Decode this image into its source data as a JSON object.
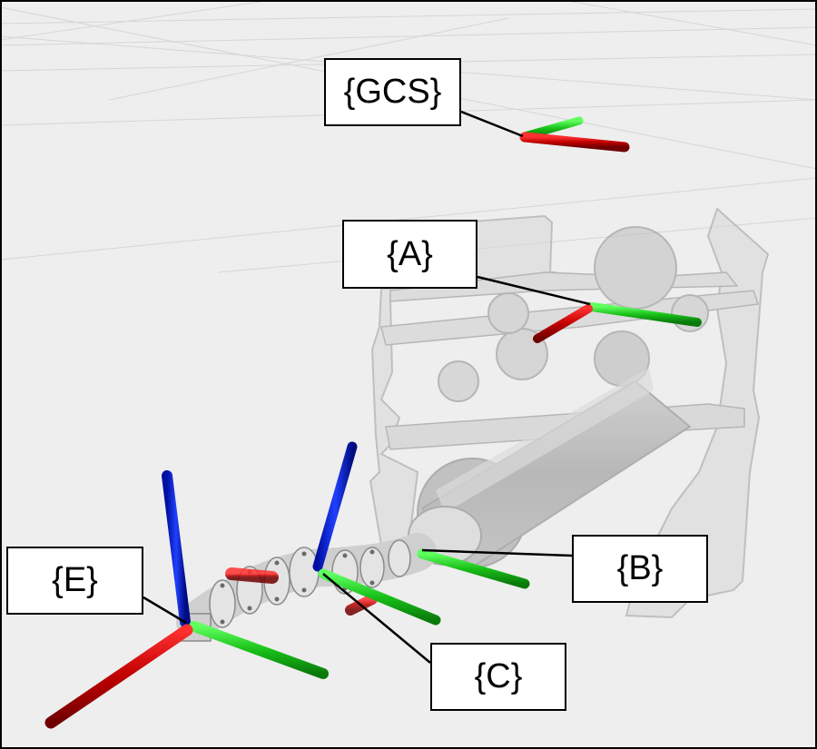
{
  "frames": {
    "gcs": "{GCS}",
    "a": "{A}",
    "b": "{B}",
    "c": "{C}",
    "e": "{E}"
  },
  "colors": {
    "background": "#eeeeee",
    "axis_x": "#c00000",
    "axis_y": "#10c010",
    "axis_z": "#0018e0",
    "border": "#000000"
  }
}
